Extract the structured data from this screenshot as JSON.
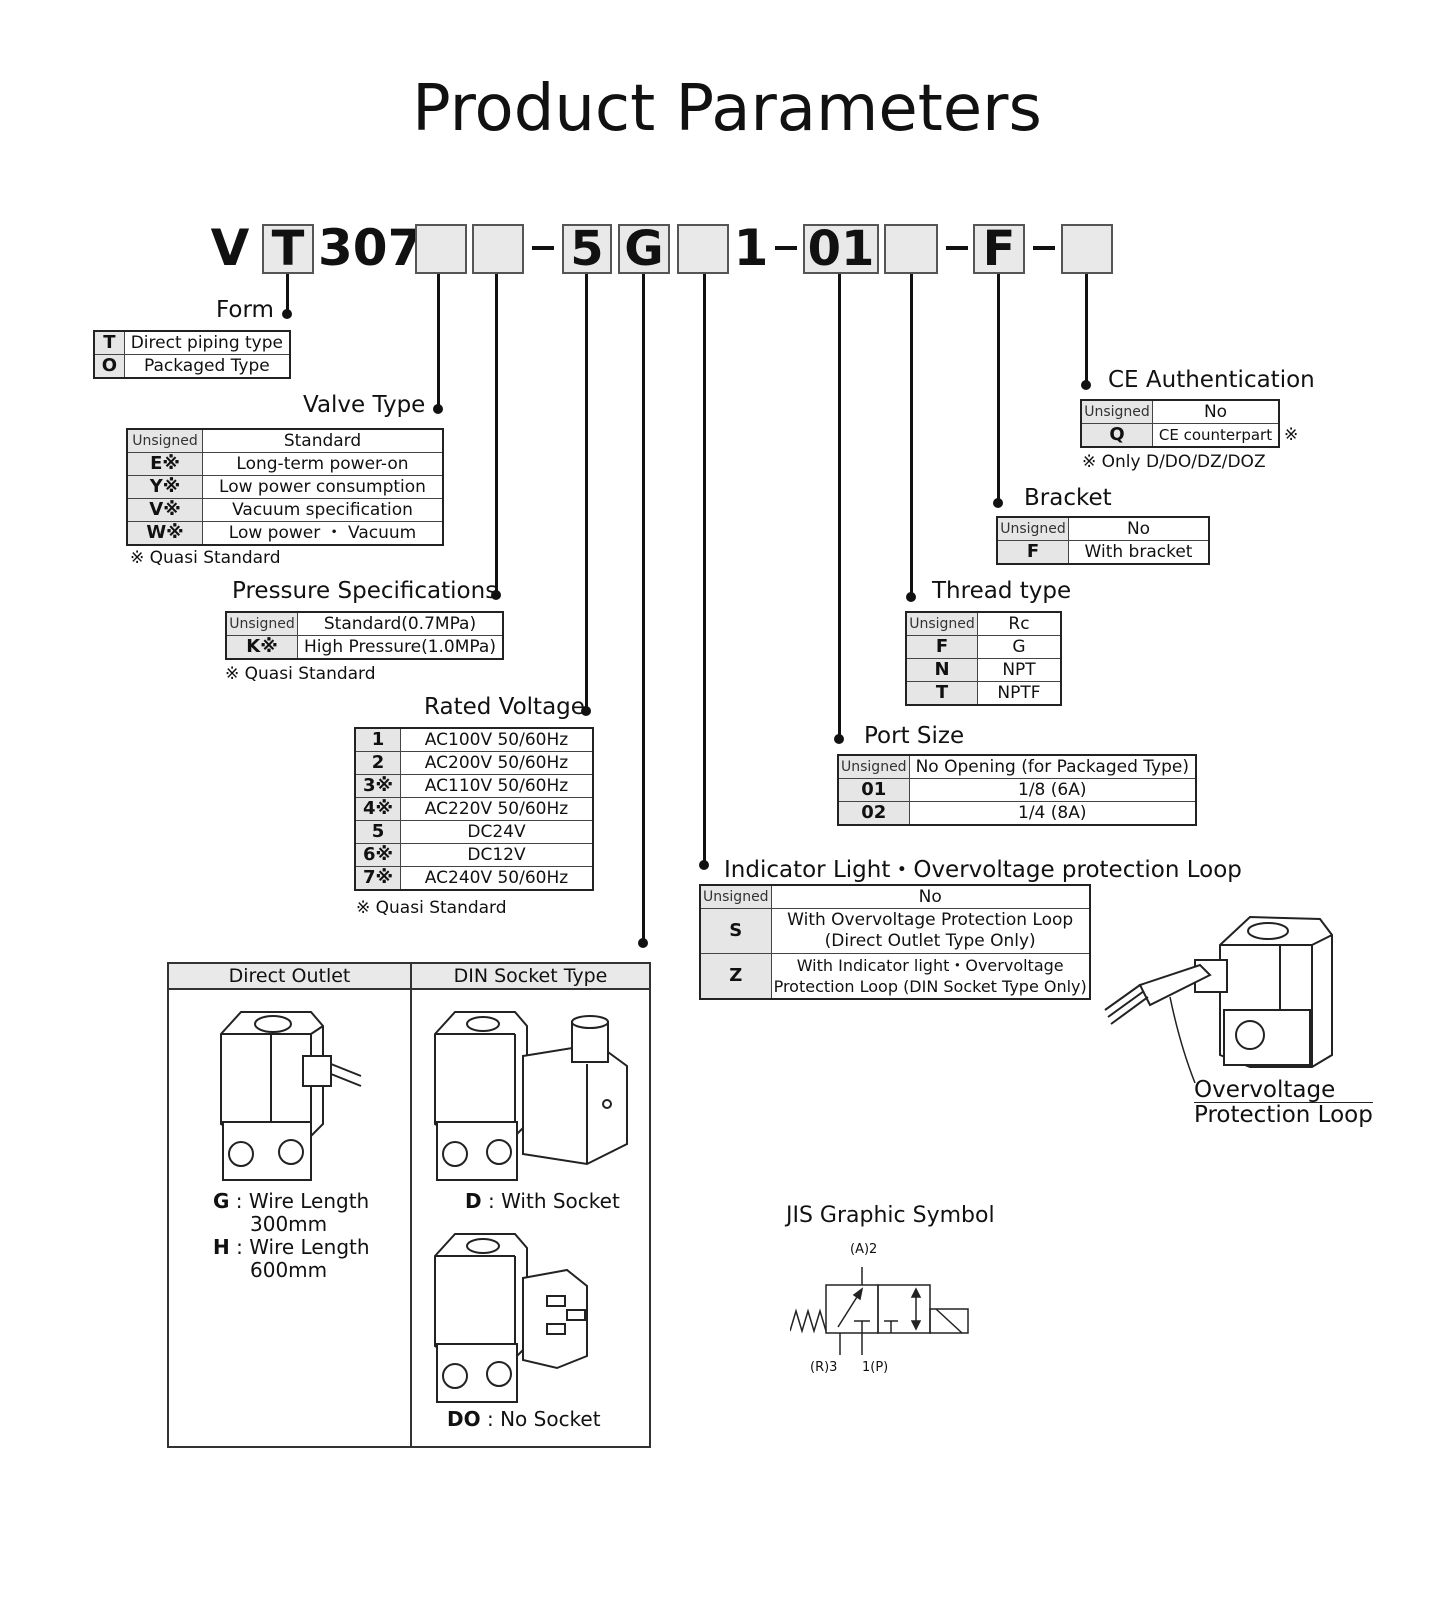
{
  "title": "Product Parameters",
  "code": {
    "prefix": "V",
    "t": "T",
    "series": "307",
    "five": "5",
    "g": "G",
    "one": "1",
    "port": "01",
    "f": "F"
  },
  "form": {
    "title": "Form",
    "rows": [
      {
        "k": "T",
        "v": "Direct piping type"
      },
      {
        "k": "O",
        "v": "Packaged Type"
      }
    ]
  },
  "valve_type": {
    "title": "Valve Type",
    "rows": [
      {
        "k": "Unsigned",
        "v": "Standard"
      },
      {
        "k": "E※",
        "v": "Long-term power-on"
      },
      {
        "k": "Y※",
        "v": "Low power consumption"
      },
      {
        "k": "V※",
        "v": "Vacuum specification"
      },
      {
        "k": "W※",
        "v": "Low power ・ Vacuum"
      }
    ],
    "note": "※ Quasi Standard"
  },
  "pressure": {
    "title": "Pressure Specifications",
    "rows": [
      {
        "k": "Unsigned",
        "v": "Standard(0.7MPa)"
      },
      {
        "k": "K※",
        "v": "High Pressure(1.0MPa)"
      }
    ],
    "note": "※ Quasi Standard"
  },
  "voltage": {
    "title": "Rated Voltage",
    "rows": [
      {
        "k": "1",
        "v": "AC100V 50/60Hz"
      },
      {
        "k": "2",
        "v": "AC200V 50/60Hz"
      },
      {
        "k": "3※",
        "v": "AC110V 50/60Hz"
      },
      {
        "k": "4※",
        "v": "AC220V 50/60Hz"
      },
      {
        "k": "5",
        "v": "DC24V"
      },
      {
        "k": "6※",
        "v": "DC12V"
      },
      {
        "k": "7※",
        "v": "AC240V 50/60Hz"
      }
    ],
    "note": "※ Quasi Standard"
  },
  "ce": {
    "title": "CE Authentication",
    "rows": [
      {
        "k": "Unsigned",
        "v": "No"
      },
      {
        "k": "Q",
        "v": "CE counterpart"
      }
    ],
    "mark": "※",
    "note": "※ Only D/DO/DZ/DOZ"
  },
  "bracket": {
    "title": "Bracket",
    "rows": [
      {
        "k": "Unsigned",
        "v": "No"
      },
      {
        "k": "F",
        "v": "With bracket"
      }
    ]
  },
  "thread": {
    "title": "Thread type",
    "rows": [
      {
        "k": "Unsigned",
        "v": "Rc"
      },
      {
        "k": "F",
        "v": "G"
      },
      {
        "k": "N",
        "v": "NPT"
      },
      {
        "k": "T",
        "v": "NPTF"
      }
    ]
  },
  "port": {
    "title": "Port Size",
    "rows": [
      {
        "k": "Unsigned",
        "v": "No Opening (for Packaged Type)"
      },
      {
        "k": "01",
        "v": "1/8 (6A)"
      },
      {
        "k": "02",
        "v": "1/4 (8A)"
      }
    ]
  },
  "indicator": {
    "title": "Indicator Light・Overvoltage protection Loop",
    "rows": [
      {
        "k": "Unsigned",
        "v": "No"
      },
      {
        "k": "S",
        "v1": "With Overvoltage Protection Loop",
        "v2": "(Direct Outlet Type Only)"
      },
      {
        "k": "Z",
        "v1": "With Indicator light・Overvoltage",
        "v2": "Protection Loop (DIN Socket Type Only)"
      }
    ]
  },
  "overvoltage_label": {
    "l1": "Overvoltage",
    "l2": "Protection Loop"
  },
  "sockets": {
    "direct_header": "Direct Outlet",
    "din_header": "DIN Socket Type",
    "g_key": "G",
    "g_text1": "Wire Length",
    "g_text2": "300mm",
    "h_key": "H",
    "h_text1": "Wire Length",
    "h_text2": "600mm",
    "d_key": "D",
    "d_text": "With Socket",
    "do_key": "DO",
    "do_text": "No Socket",
    "sep": ":"
  },
  "jis": {
    "title": "JIS Graphic Symbol",
    "a2": "(A)2",
    "r3": "(R)3",
    "p1": "1(P)"
  }
}
